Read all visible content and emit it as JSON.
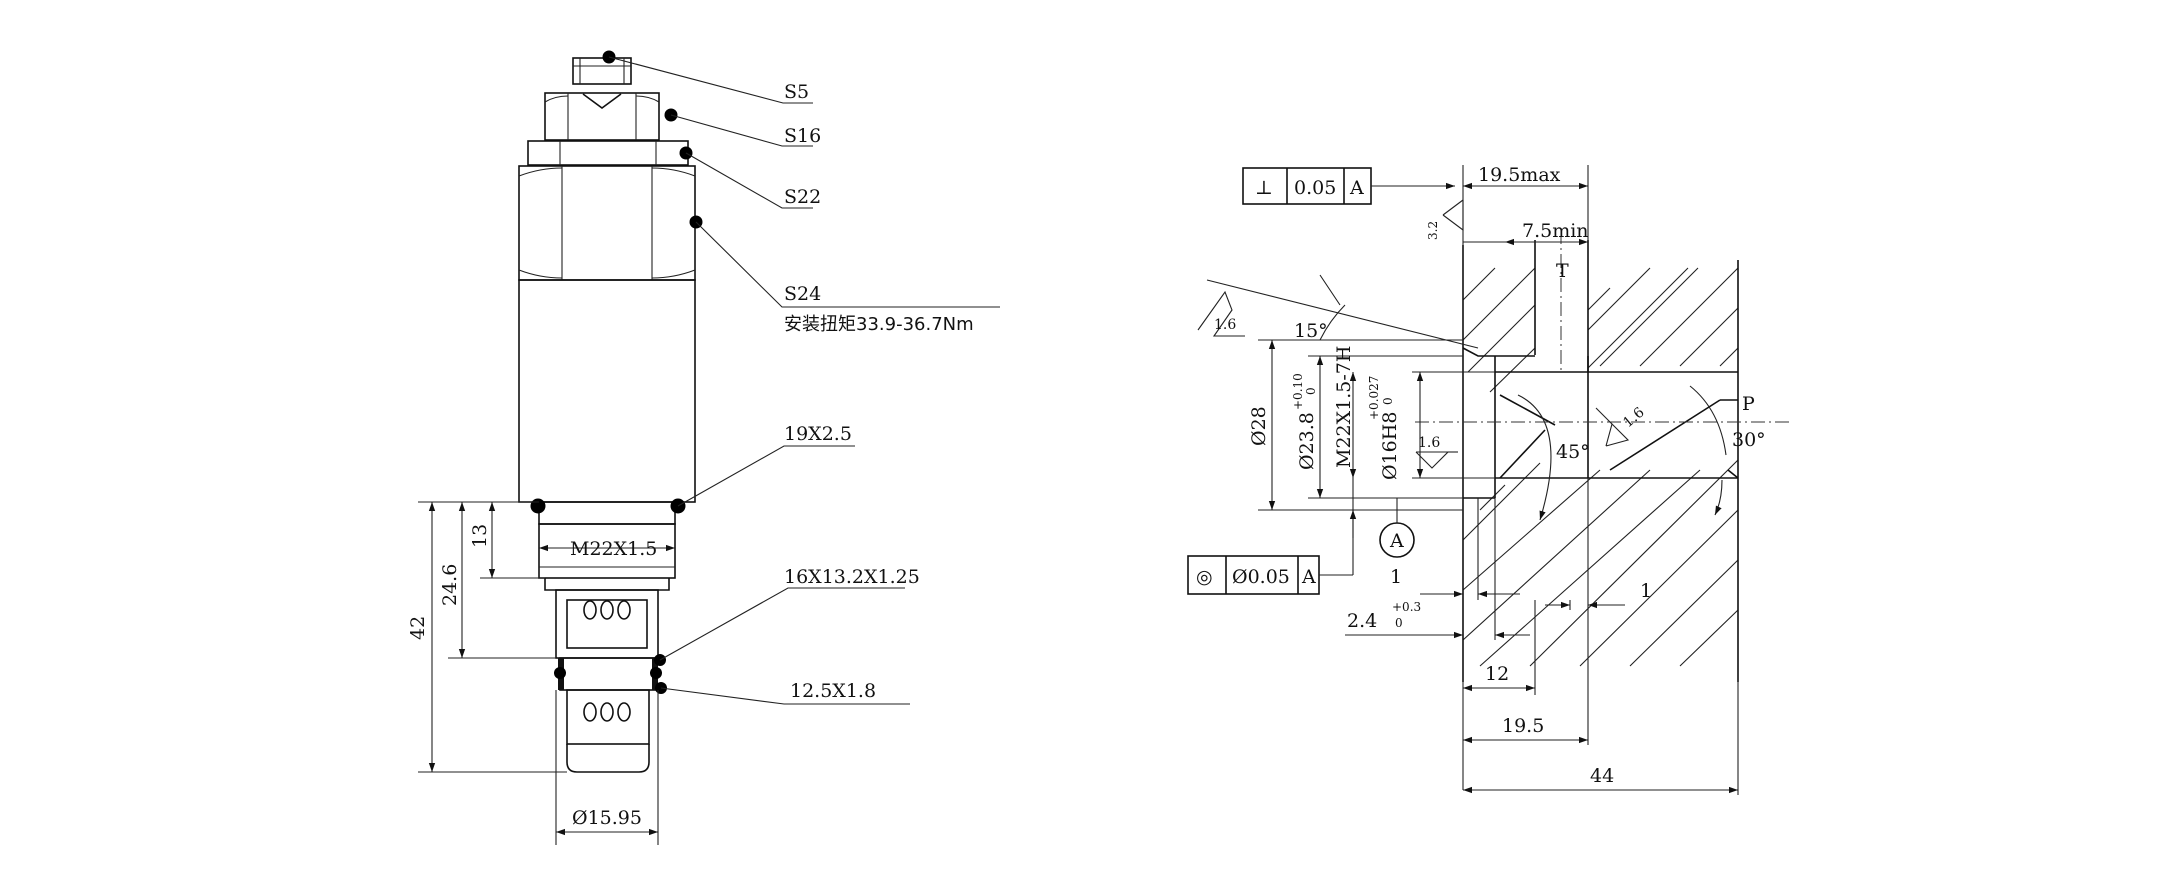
{
  "left_view": {
    "callouts": {
      "s5": "S5",
      "s16": "S16",
      "s22": "S22",
      "s24": "S24",
      "torque": "安装扭矩33.9-36.7Nm",
      "oring_19": "19X2.5",
      "backup_16": "16X13.2X1.25",
      "oring_12": "12.5X1.8"
    },
    "dims": {
      "thread": "M22X1.5",
      "d13": "13",
      "d246": "24.6",
      "d42": "42",
      "dia1595": "Ø15.95"
    }
  },
  "right_view": {
    "gdt_perp": {
      "symbol": "⊥",
      "value": "0.05",
      "datum": "A"
    },
    "gdt_conc": {
      "symbol": "◎",
      "value": "Ø0.05",
      "datum": "A"
    },
    "datum_a": "A",
    "dims": {
      "d195max": "19.5max",
      "d75min": "7.5min",
      "rough32": "3.2",
      "rough16a": "1.6",
      "rough16b": "1.6",
      "rough16c": "1.6",
      "ang15": "15°",
      "ang45": "45°",
      "ang30": "30°",
      "dia28": "Ø28",
      "dia238": "Ø23.8",
      "tol238_up": "+0.10",
      "tol238_lo": "0",
      "thread": "M22X1.5-7H",
      "dia16": "Ø16H8",
      "tol16_up": "+0.027",
      "tol16_lo": "0",
      "d1a": "1",
      "d1b": "1",
      "d24": "2.4",
      "tol24_up": "+0.3",
      "tol24_lo": "0",
      "d12": "12",
      "d195": "19.5",
      "d44": "44"
    },
    "ports": {
      "t": "T",
      "p": "P"
    }
  }
}
